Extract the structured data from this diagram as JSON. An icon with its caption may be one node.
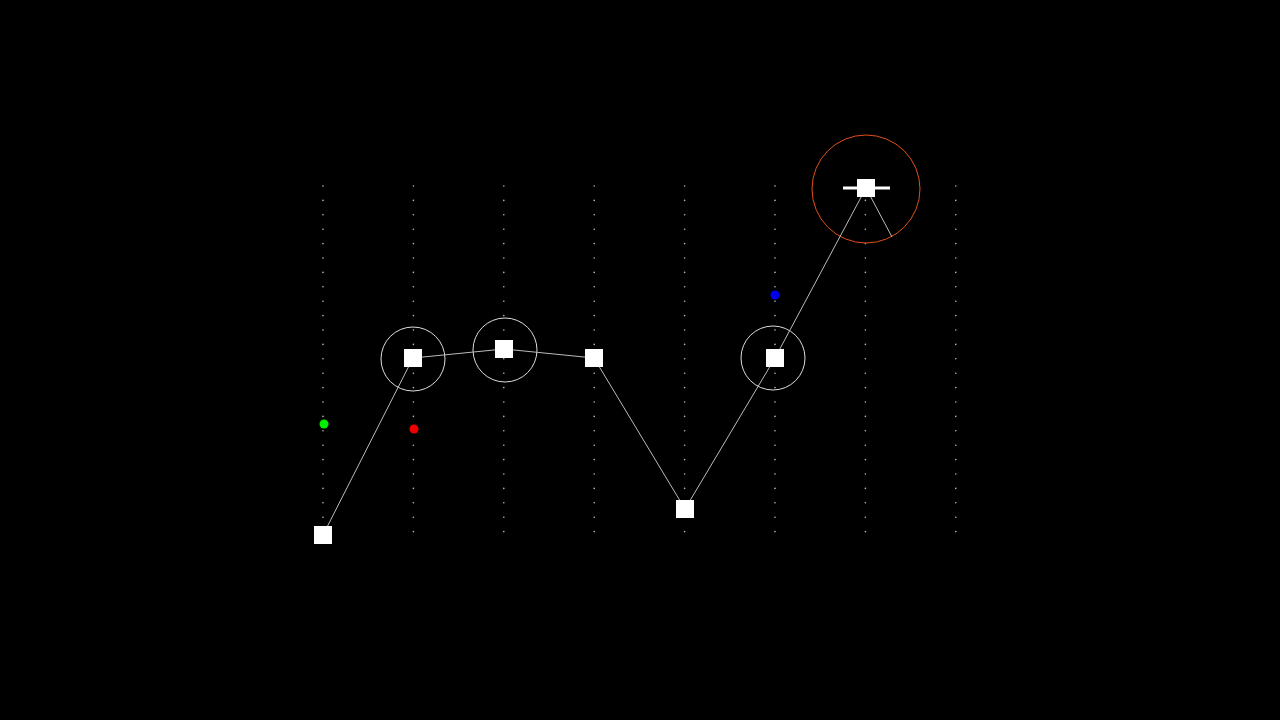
{
  "diagram": {
    "nodes": [
      {
        "text": [],
        "shape": "box"
      },
      {
        "text": [],
        "shape": "box"
      },
      {
        "text": [],
        "shape": "box"
      },
      {
        "text": [],
        "shape": "box"
      },
      {
        "text": [],
        "shape": "box"
      },
      {
        "text": [],
        "shape": "box"
      },
      {
        "text": [],
        "shape": "box"
      }
    ],
    "edges": [
      {
        "from": 0,
        "to": 1,
        "arrow": "none"
      },
      {
        "from": 1,
        "to": 2,
        "arrow": "none"
      },
      {
        "from": 2,
        "to": 3,
        "arrow": "none"
      },
      {
        "from": 3,
        "to": 4,
        "arrow": "none"
      },
      {
        "from": 4,
        "to": 5,
        "arrow": "none"
      },
      {
        "from": 5,
        "to": 6,
        "arrow": "none"
      },
      {
        "from": 6,
        "to": null,
        "arrow": "none"
      }
    ]
  }
}
